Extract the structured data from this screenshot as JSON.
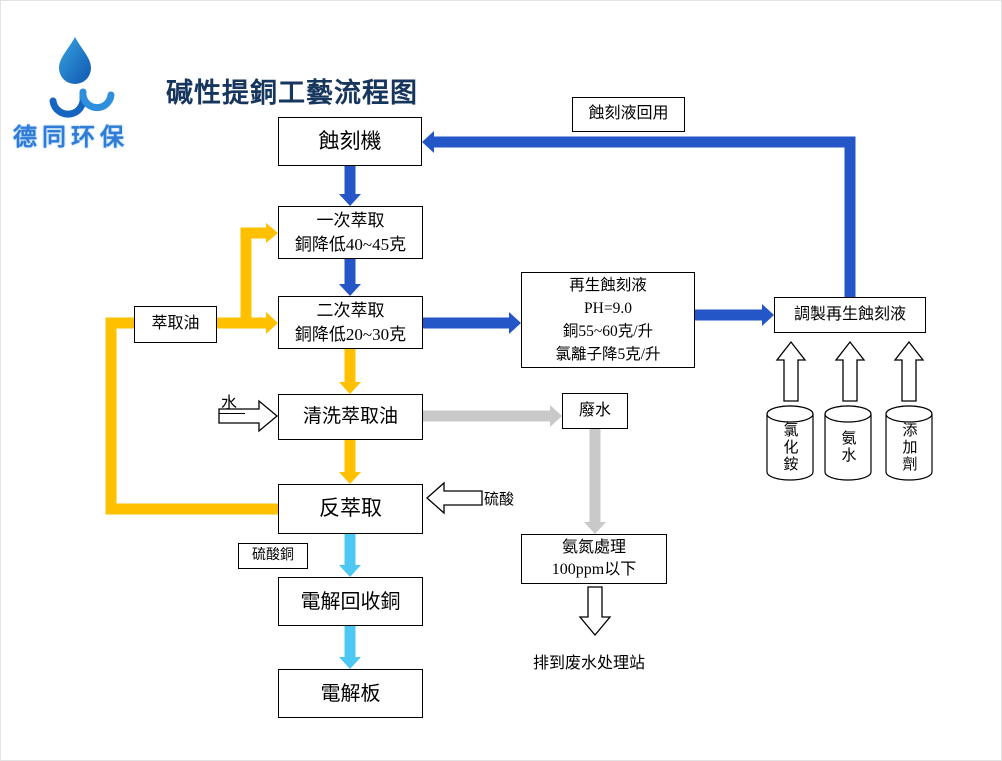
{
  "logo": {
    "company": "德同环保"
  },
  "title": "碱性提銅工藝流程图",
  "colors": {
    "title_navy": "#17365d",
    "dark_blue_arrow": "#2456c7",
    "yellow_arrow": "#ffc000",
    "cyan_arrow": "#4dc8f2",
    "gray_arrow": "#c9c9c9",
    "logo_blue": "#2f7bd6"
  },
  "boxes": {
    "etch_machine": {
      "label": "蝕刻機"
    },
    "first_extraction": {
      "line1": "一次萃取",
      "line2": "銅降低40~45克"
    },
    "second_extraction": {
      "line1": "二次萃取",
      "line2": "銅降低20~30克"
    },
    "wash_oil": {
      "label": "清洗萃取油"
    },
    "back_extraction": {
      "label": "反萃取"
    },
    "electrolysis_recovery": {
      "label": "電解回收銅"
    },
    "electrolysis_plate": {
      "label": "電解板"
    },
    "etch_liquid_reuse": {
      "label": "蝕刻液回用"
    },
    "regenerated_etchant": {
      "line1": "再生蝕刻液",
      "line2": "PH=9.0",
      "line3": "銅55~60克/升",
      "line4": "氯離子降5克/升"
    },
    "prepare_regenerated_etchant": {
      "label": "調製再生蝕刻液"
    },
    "extraction_oil": {
      "label": "萃取油"
    },
    "waste_water": {
      "label": "廢水"
    },
    "ammonia_treatment": {
      "line1": "氨氮處理",
      "line2": "100ppm以下"
    },
    "copper_sulfate": {
      "label": "硫酸銅"
    }
  },
  "labels": {
    "water": "水",
    "sulfuric_acid": "硫酸",
    "discharge": "排到废水处理站"
  },
  "cylinders": [
    {
      "label": "氯化銨"
    },
    {
      "label": "氨水"
    },
    {
      "label": "添加劑"
    }
  ]
}
